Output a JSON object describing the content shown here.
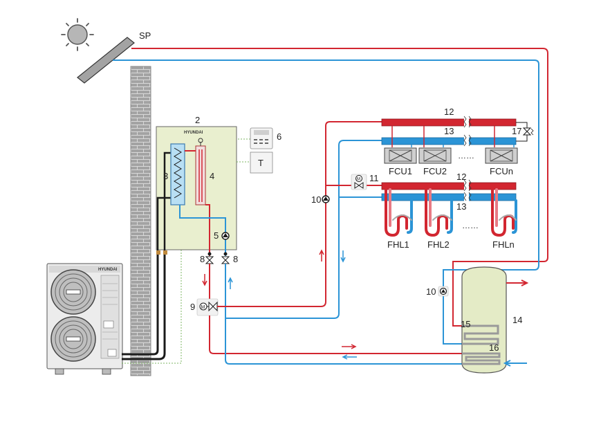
{
  "labels": {
    "solar_panel": "SP",
    "indoor_unit": "2",
    "plate_heat_exchanger": "3",
    "backup_heater": "4",
    "pump_internal": "5",
    "controller": "6",
    "thermostat": "T",
    "valve_left": "8",
    "valve_right": "8",
    "three_way_valve": "9",
    "pump_circuit": "10",
    "pump_tank": "10",
    "two_way_valve": "11",
    "header_red_top": "12",
    "header_blue_top": "13",
    "header_red_mid": "12",
    "header_blue_mid": "13",
    "tank": "14",
    "tank_coil_solar": "15",
    "tank_coil_heat": "16",
    "bypass_valve": "17"
  },
  "fan_coils": [
    "FCU1",
    "FCU2",
    "FCUn"
  ],
  "floor_loops": [
    "FHL1",
    "FHL2",
    "FHLn"
  ],
  "ellipsis": "……",
  "brand": "HYUNDAI",
  "colors": {
    "hot": "#d22630",
    "cold": "#2b94d6",
    "black_pipe": "#1a1a1a",
    "indoor_body": "#e9efcf",
    "tank_body": "#e4ebc6",
    "wall": "#9a9a9a",
    "outdoor_unit": "#e6e6e6"
  }
}
